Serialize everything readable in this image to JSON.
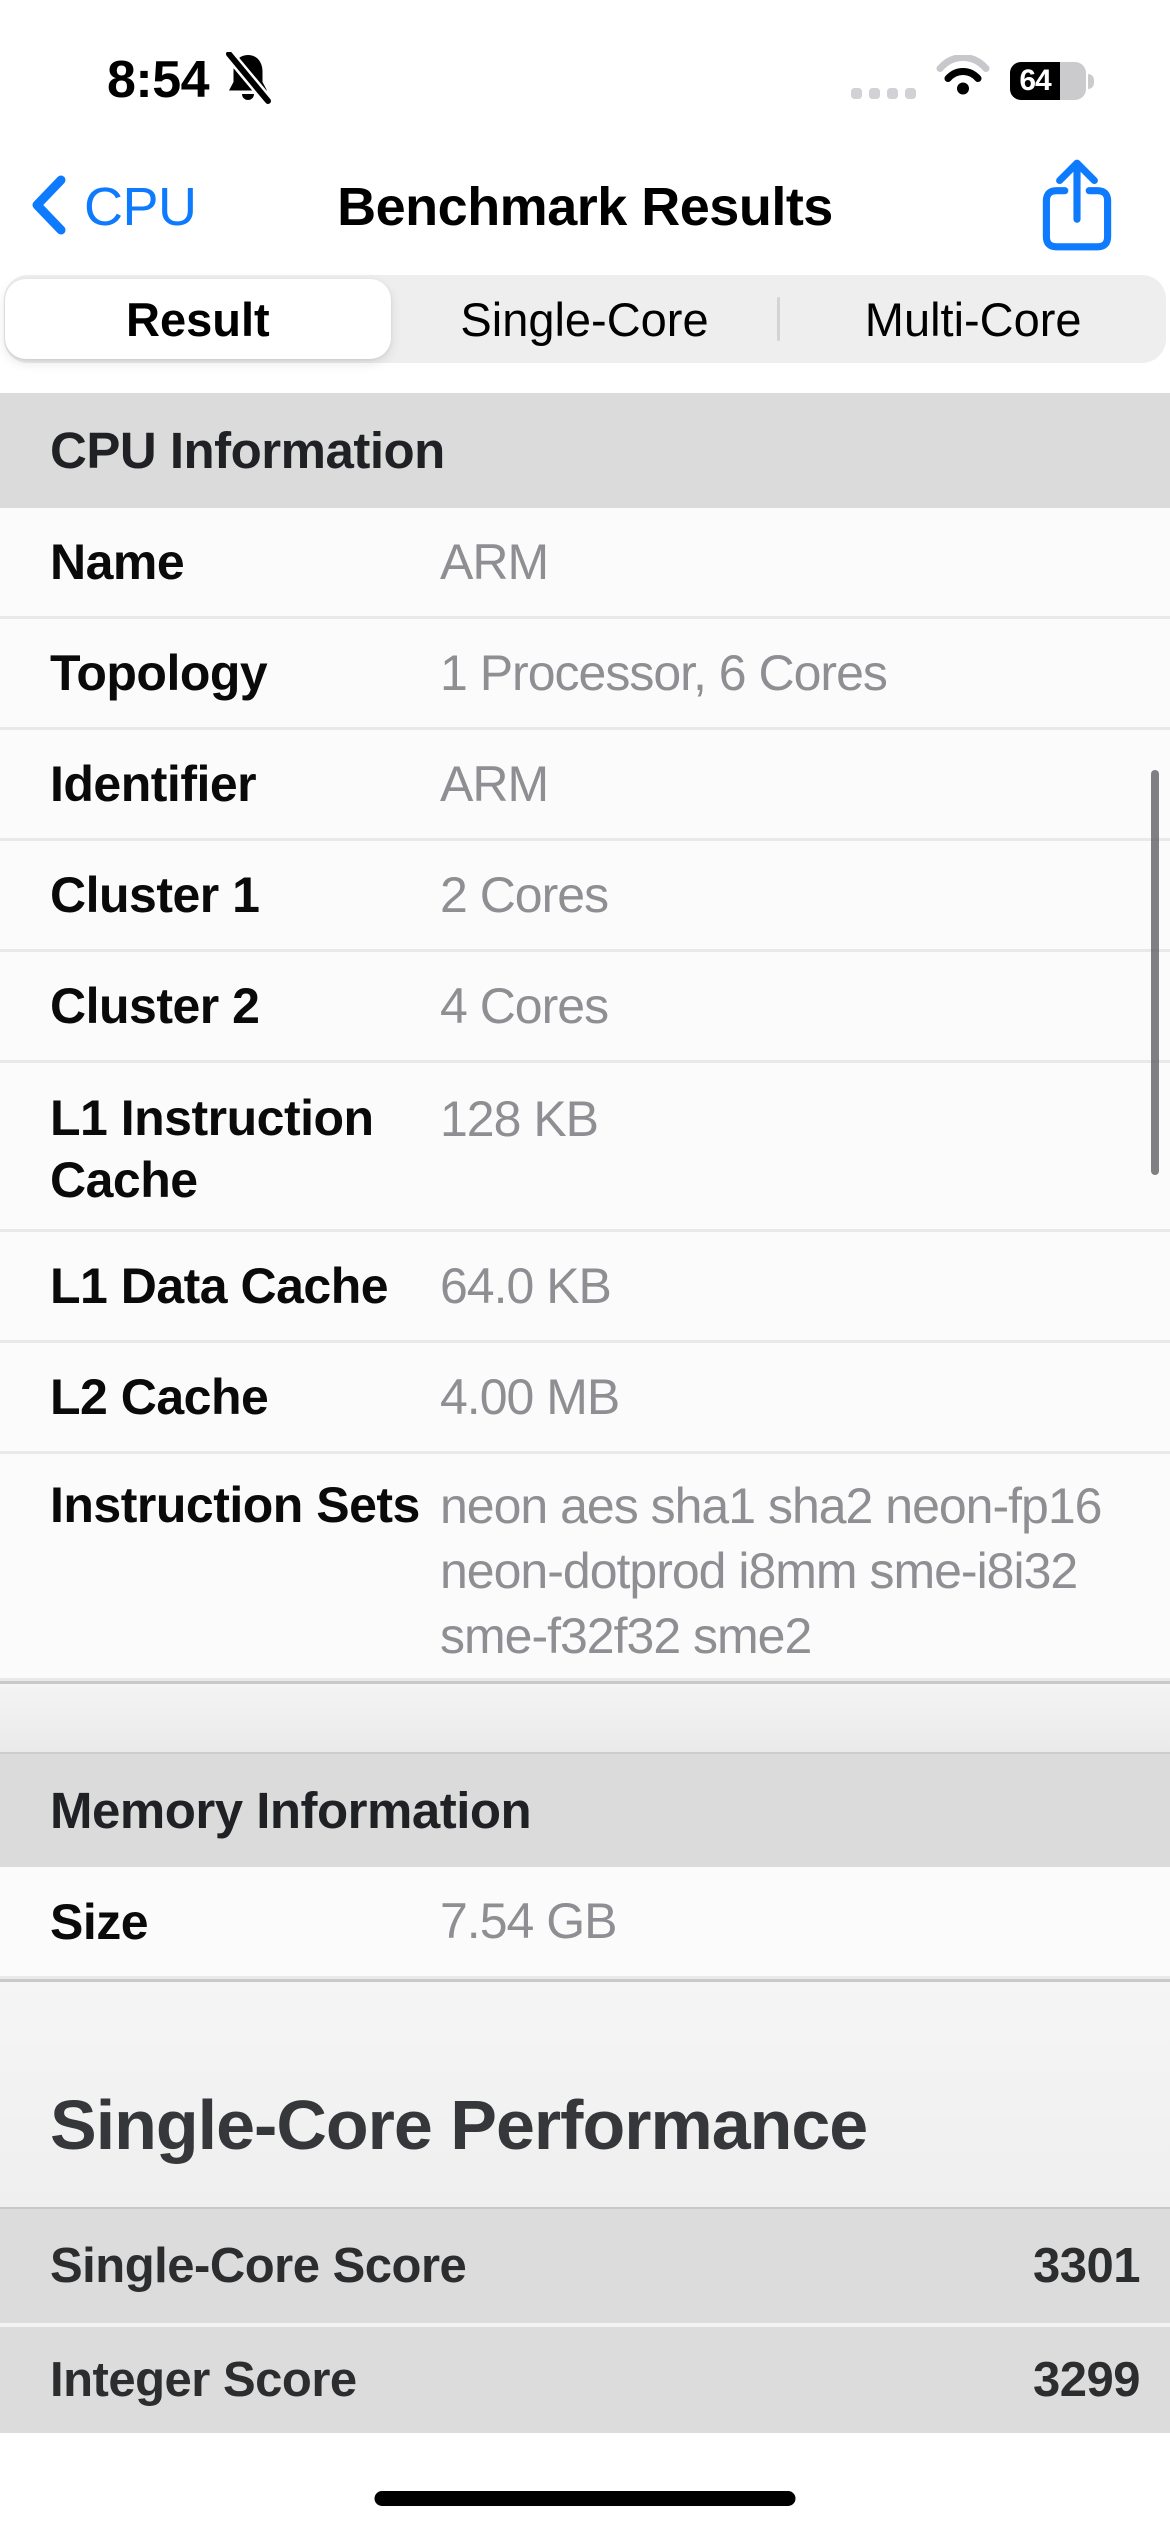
{
  "colors": {
    "accent_blue": "#0e7afe",
    "section_header_bg": "#dbdbdb",
    "row_bg": "#fbfbfb",
    "value_gray": "#8e8e93",
    "score_row_bg": "#dcdcdc",
    "heading_text": "#36373a"
  },
  "status_bar": {
    "time": "8:54",
    "battery_percent": "64",
    "icons": [
      "bell-slash-icon",
      "cellular-dots-icon",
      "wifi-icon",
      "battery-icon"
    ]
  },
  "nav_bar": {
    "back_label": "CPU",
    "title": "Benchmark Results",
    "share_icon": "share-icon"
  },
  "tabs": {
    "selected": "Result",
    "items": [
      {
        "label": "Result"
      },
      {
        "label": "Single-Core"
      },
      {
        "label": "Multi-Core"
      }
    ]
  },
  "cpu_info": {
    "header": "CPU Information",
    "rows": [
      {
        "label": "Name",
        "value": "ARM"
      },
      {
        "label": "Topology",
        "value": "1 Processor, 6 Cores"
      },
      {
        "label": "Identifier",
        "value": "ARM"
      },
      {
        "label": "Cluster 1",
        "value": "2 Cores"
      },
      {
        "label": "Cluster 2",
        "value": "4 Cores"
      },
      {
        "label": "L1 Instruction Cache",
        "value": "128 KB"
      },
      {
        "label": "L1 Data Cache",
        "value": "64.0 KB"
      },
      {
        "label": "L2 Cache",
        "value": "4.00 MB"
      },
      {
        "label": "Instruction Sets",
        "value": "neon aes sha1 sha2 neon-fp16 neon-dotprod i8mm sme-i8i32 sme-f32f32 sme2"
      }
    ]
  },
  "memory_info": {
    "header": "Memory Information",
    "rows": [
      {
        "label": "Size",
        "value": "7.54 GB"
      }
    ]
  },
  "single_core_performance": {
    "heading": "Single-Core Performance",
    "scores": [
      {
        "label": "Single-Core Score",
        "value": "3301"
      },
      {
        "label": "Integer Score",
        "value": "3299"
      }
    ]
  }
}
